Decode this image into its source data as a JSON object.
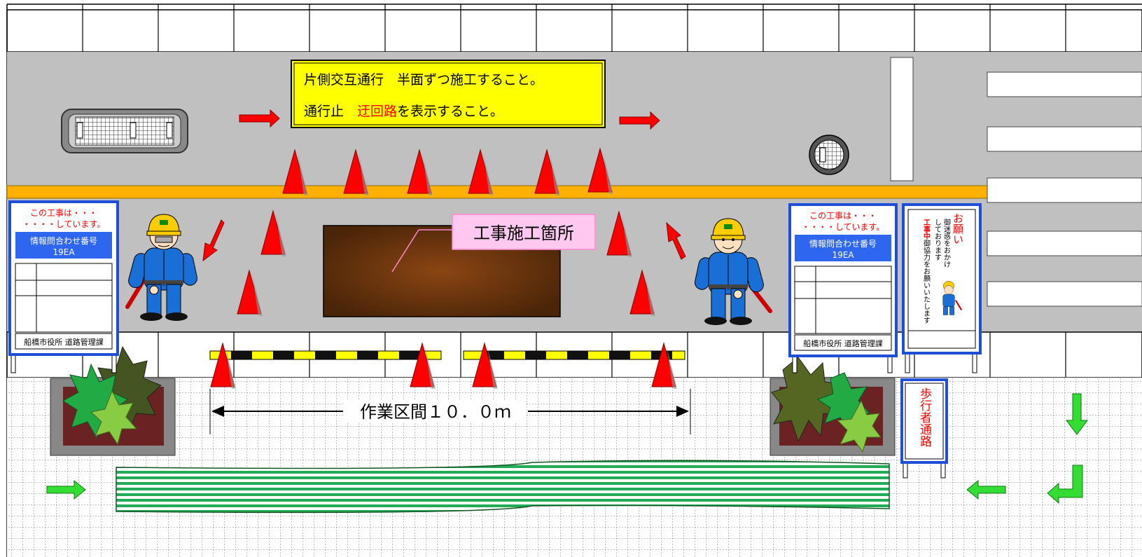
{
  "notice_board": {
    "line1": "片側交互通行　半面ずつ施工すること。",
    "line2_prefix": "通行止　",
    "line2_highlight": "迂回路",
    "line2_suffix": "を表示すること。"
  },
  "work_site_label": "工事施工箇所",
  "work_section_label": "作業区間１０．０ｍ",
  "info_sign_left": {
    "heading1": "この工事は・・・",
    "heading2": "・・・・しています。",
    "inquiry_label": "情報問合わせ番号",
    "inquiry_number": "19EA",
    "footer": "船橋市役所 道路管理課"
  },
  "info_sign_right": {
    "heading1": "この工事は・・・",
    "heading2": "・・・・しています。",
    "inquiry_label": "情報問合わせ番号",
    "inquiry_number": "19EA",
    "footer": "船橋市役所 道路管理課"
  },
  "request_sign": {
    "title": "お願い",
    "col1": "御迷惑をおかけ",
    "col2": "しております",
    "col3_highlight": "工事中",
    "col3_rest": "御協力をお願いいたします"
  },
  "pedestrian_sign": "歩行者通路",
  "colors": {
    "road": "#c0c0c0",
    "yellow_line": "#ffb000",
    "cone": "#ff0000",
    "notice_bg": "#ffff00",
    "sign_border": "#1f4fd6",
    "inquiry_bg": "#2f66f0",
    "worker_blue": "#1a6fd6",
    "helmet": "#ffcc00",
    "green_arrow": "#33dd33",
    "red_arrow": "#ff0000",
    "excavation": "#8a4510",
    "label_pink": "#ffc8f0"
  }
}
